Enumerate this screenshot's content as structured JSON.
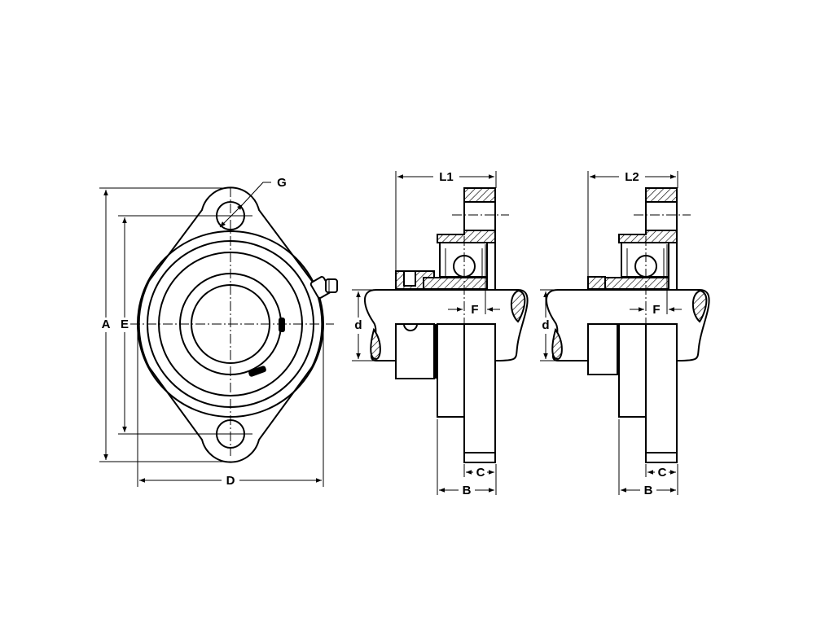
{
  "front_view": {
    "label_A": "A",
    "label_E": "E",
    "label_D": "D",
    "label_G": "G"
  },
  "side_view_1": {
    "label_L": "L1",
    "label_F": "F",
    "label_d": "d",
    "label_B": "B",
    "label_C": "C"
  },
  "side_view_2": {
    "label_L": "L2",
    "label_F": "F",
    "label_d": "d",
    "label_B": "B",
    "label_C": "C"
  }
}
